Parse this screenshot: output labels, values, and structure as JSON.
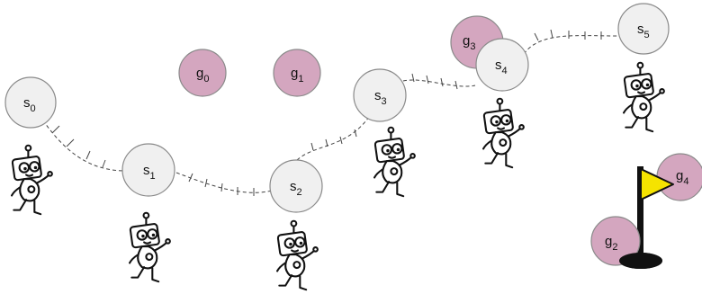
{
  "states": [
    {
      "id": "s0",
      "base": "s",
      "sub": "0"
    },
    {
      "id": "s1",
      "base": "s",
      "sub": "1"
    },
    {
      "id": "s2",
      "base": "s",
      "sub": "2"
    },
    {
      "id": "s3",
      "base": "s",
      "sub": "3"
    },
    {
      "id": "s4",
      "base": "s",
      "sub": "4"
    },
    {
      "id": "s5",
      "base": "s",
      "sub": "5"
    }
  ],
  "goals": [
    {
      "id": "g0",
      "base": "g",
      "sub": "0"
    },
    {
      "id": "g1",
      "base": "g",
      "sub": "1"
    },
    {
      "id": "g2",
      "base": "g",
      "sub": "2"
    },
    {
      "id": "g3",
      "base": "g",
      "sub": "3"
    },
    {
      "id": "g4",
      "base": "g",
      "sub": "4"
    }
  ],
  "colors": {
    "state_fill": "#f0f0f0",
    "goal_fill": "#d4a6bf",
    "flag": "#f5e300",
    "outline": "#8a8a8a"
  },
  "icons": [
    "robot-icon",
    "flag-icon"
  ]
}
